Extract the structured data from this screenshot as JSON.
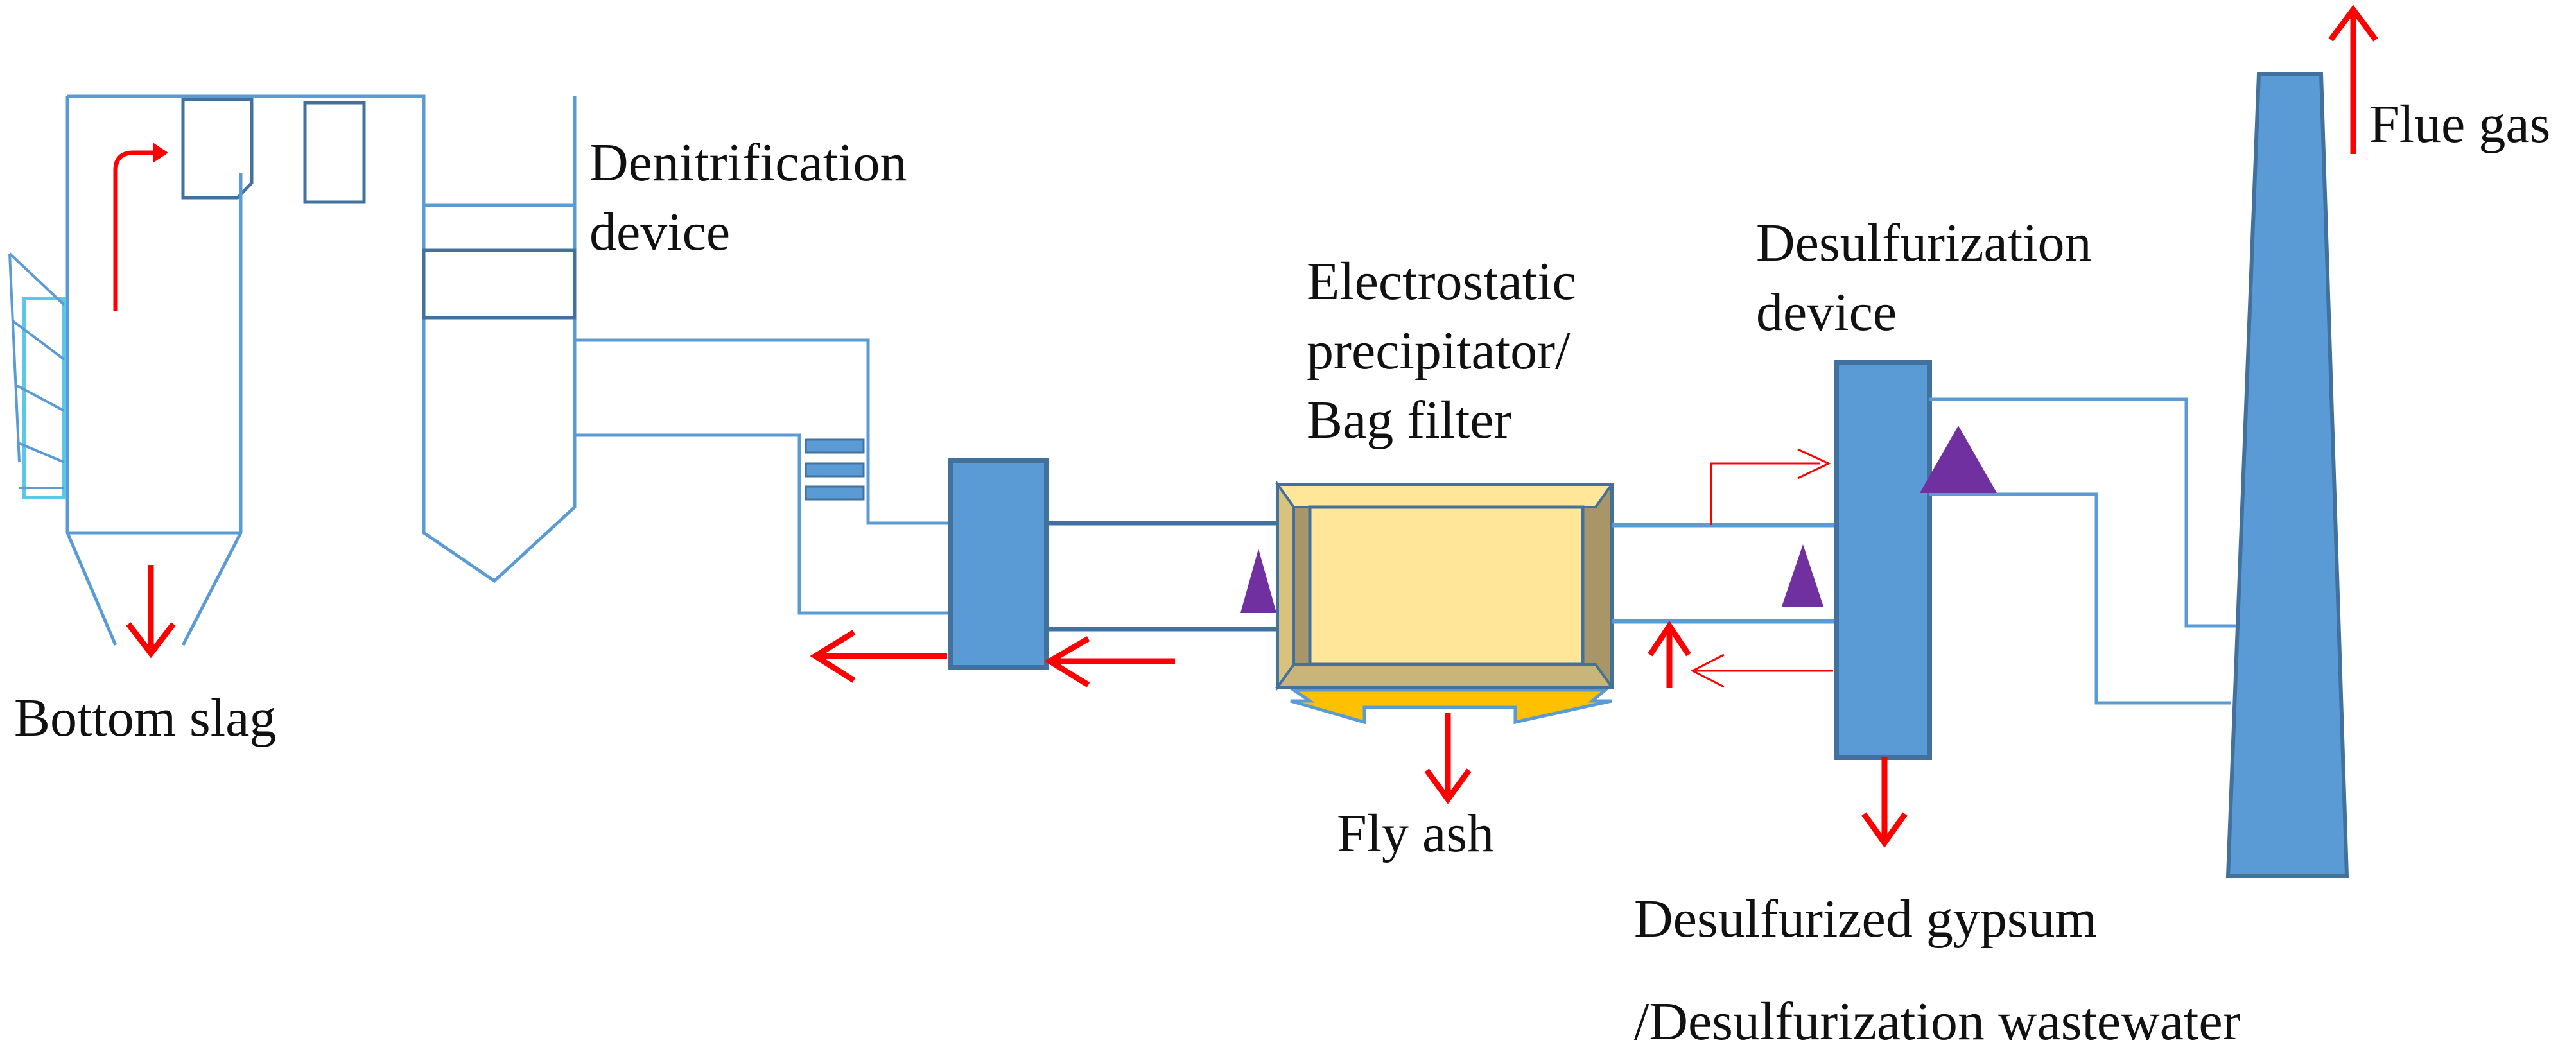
{
  "labels": {
    "denitrification": [
      "Denitrification",
      "device"
    ],
    "precipitator": [
      "Electrostatic",
      "precipitator/",
      "Bag filter"
    ],
    "desulfurization": [
      "Desulfurization",
      "device"
    ],
    "flue_gas": "Flue gas",
    "bottom_slag": "Bottom slag",
    "fly_ash": "Fly ash",
    "gypsum": [
      "Desulfurized gypsum",
      "/Desulfurization wastewater"
    ]
  },
  "colors": {
    "outline": "#5B9BD5",
    "outline_dark": "#41719C",
    "equipment_fill": "#5B9BD5",
    "filter_fill": "#FFE699",
    "filter_side": "#A89668",
    "hopper_fill": "#FFC000",
    "flow_arrow": "#FF0000",
    "sampling_marker": "#7030A0",
    "slag_panel": "#5BC8E8"
  },
  "icons": {
    "flow": "red-arrow-icon",
    "sampling_point": "purple-triangle-icon"
  }
}
